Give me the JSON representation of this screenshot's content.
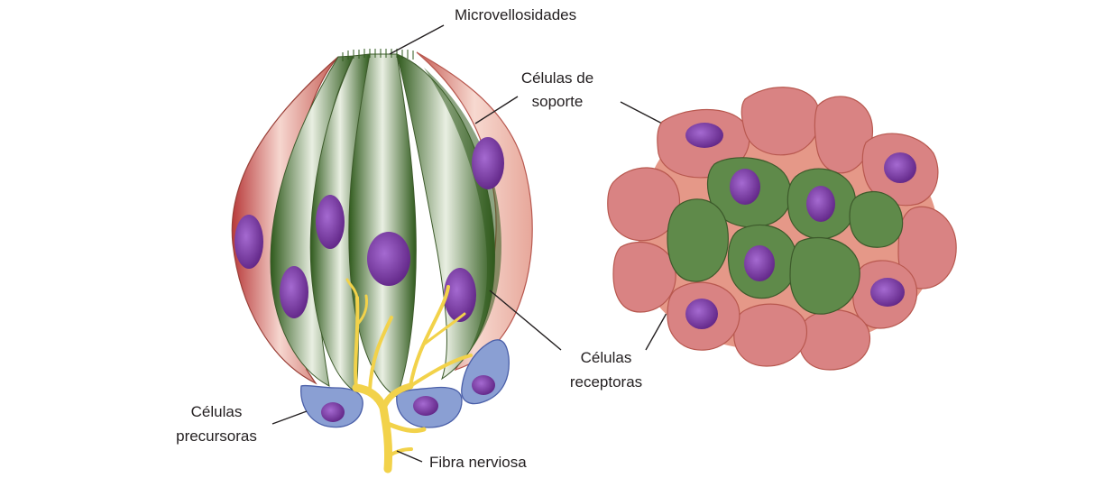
{
  "labels": {
    "microvilli": "Microvellosidades",
    "support_cells": [
      "Células de",
      "soporte"
    ],
    "receptor_cells": [
      "Células",
      "receptoras"
    ],
    "precursor_cells": [
      "Células",
      "precursoras"
    ],
    "nerve_fiber": "Fibra nerviosa"
  },
  "colors": {
    "support_cell": "#d98383",
    "support_cell_edge": "#b8584f",
    "receptor_cell": "#5f8a4a",
    "receptor_dark": "#2f5a1c",
    "receptor_edge": "#3d5a2b",
    "nucleus": "#6a2a8c",
    "precursor_cell": "#8a9fd3",
    "precursor_edge": "#4a5fa8",
    "nerve": "#f2d24a"
  }
}
